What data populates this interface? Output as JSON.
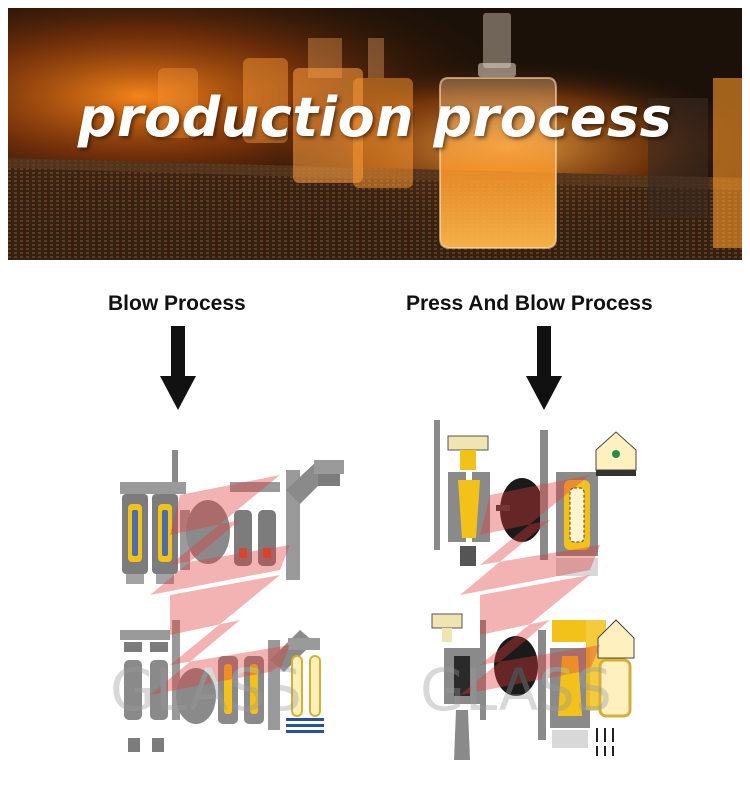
{
  "banner": {
    "title": "production process"
  },
  "columns": {
    "left": {
      "title": "Blow Process"
    },
    "right": {
      "title": "Press And Blow Process"
    }
  },
  "watermark": {
    "text": "GLASS"
  },
  "colors": {
    "accent_yellow": "#f2c21b",
    "machine_grey": "#8a8a8a",
    "watermark_red": "#e23b3b",
    "arrow_black": "#111111"
  }
}
